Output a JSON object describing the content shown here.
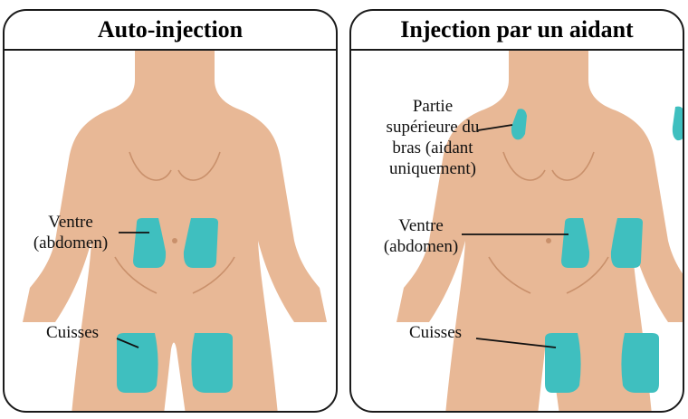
{
  "panels": {
    "self": {
      "title": "Auto-injection",
      "labels": {
        "belly": "Ventre\n(abdomen)",
        "thighs": "Cuisses"
      }
    },
    "caregiver": {
      "title": "Injection par un aidant",
      "labels": {
        "upper_arm": "Partie\nsupérieure du\nbras (aidant\nuniquement)",
        "belly": "Ventre\n(abdomen)",
        "thighs": "Cuisses"
      }
    }
  },
  "colors": {
    "skin": "#e8b896",
    "skin_line": "#c9906b",
    "injection_zone": "#3fbfbf",
    "border": "#1a1a1a"
  }
}
